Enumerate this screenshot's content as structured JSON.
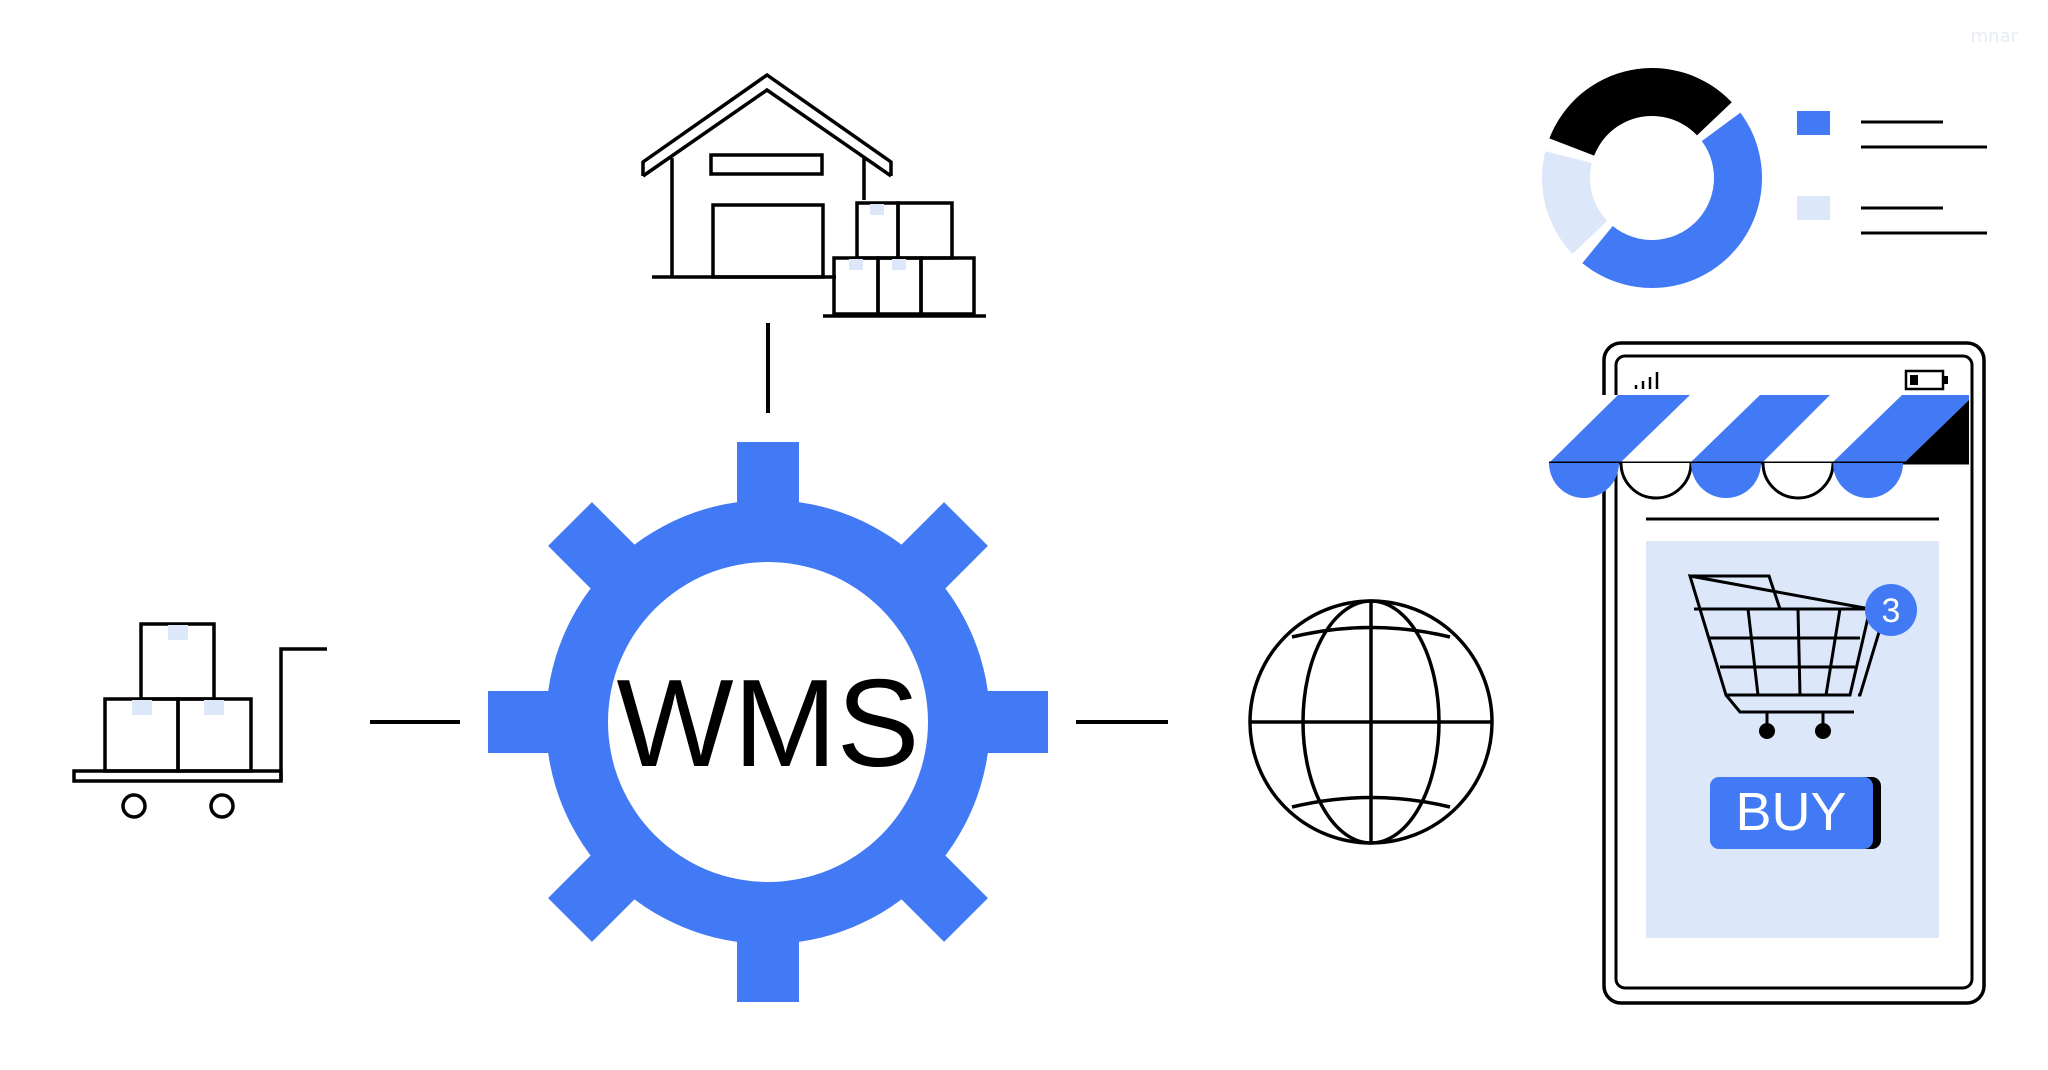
{
  "colors": {
    "accent": "#4279f5",
    "light_blue": "#dce8fa",
    "ink": "#000000",
    "background": "#ffffff"
  },
  "hub": {
    "label": "WMS",
    "icon": "gear-icon"
  },
  "nodes": [
    {
      "name": "warehouse",
      "icon": "warehouse-icon"
    },
    {
      "name": "hand-truck",
      "icon": "hand-truck-boxes-icon"
    },
    {
      "name": "globe",
      "icon": "globe-icon"
    }
  ],
  "report": {
    "icon": "donut-chart-icon",
    "segments": [
      {
        "value": 48,
        "color": "#4279f5"
      },
      {
        "value": 18,
        "color": "#dce8fa"
      },
      {
        "value": 34,
        "color": "#000000"
      }
    ],
    "legend": [
      {
        "color": "#4279f5"
      },
      {
        "color": "#dce8fa"
      }
    ]
  },
  "shop": {
    "icon": "phone-storefront-icon",
    "cart_badge": "3",
    "buy_label": "BUY"
  },
  "watermark": "mnar"
}
